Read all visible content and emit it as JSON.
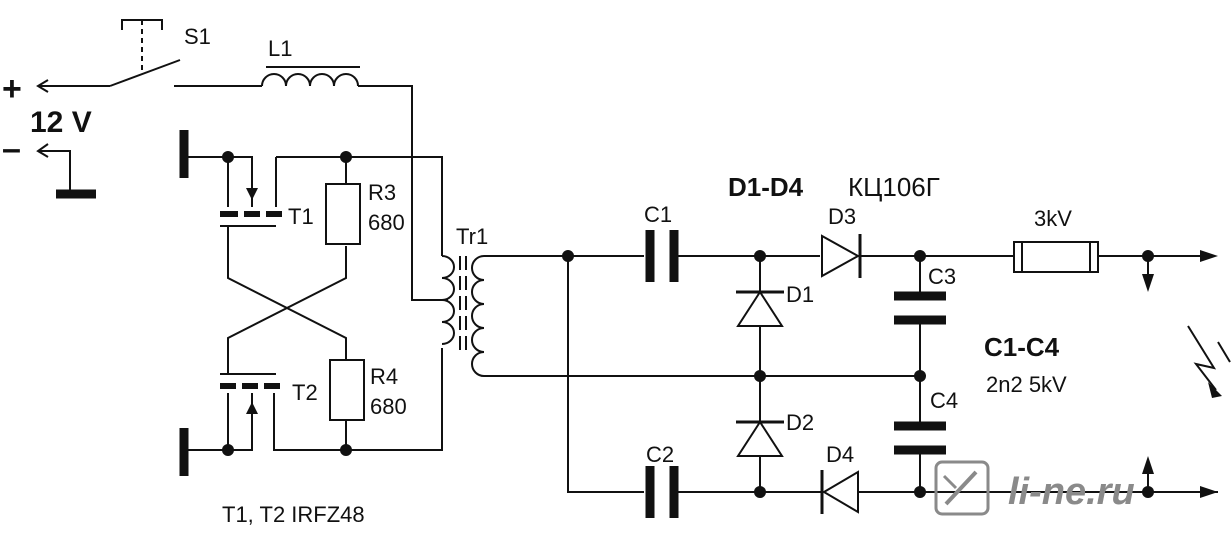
{
  "labels": {
    "switch": "S1",
    "inductor": "L1",
    "plus": "+",
    "minus": "–",
    "voltage": "12 V",
    "r3_name": "R3",
    "r3_value": "680",
    "r4_name": "R4",
    "r4_value": "680",
    "t1": "T1",
    "t2": "T2",
    "transformer": "Tr1",
    "transistors": "T1, T2 IRFZ48",
    "c1": "C1",
    "c2": "C2",
    "c3": "C3",
    "c4": "C4",
    "d1": "D1",
    "d2": "D2",
    "d3": "D3",
    "d4": "D4",
    "diodes_range": "D1-D4",
    "diodes_type": "КЦ106Г",
    "caps_range": "C1-C4",
    "caps_value": "2n2 5kV",
    "output_resistor": "3kV"
  },
  "watermark": {
    "text": "li-ne.ru",
    "icon": "pencil-ruler-logo-icon"
  },
  "colors": {
    "line": "#111111",
    "background": "#ffffff",
    "watermark": "#8a8a8a"
  }
}
